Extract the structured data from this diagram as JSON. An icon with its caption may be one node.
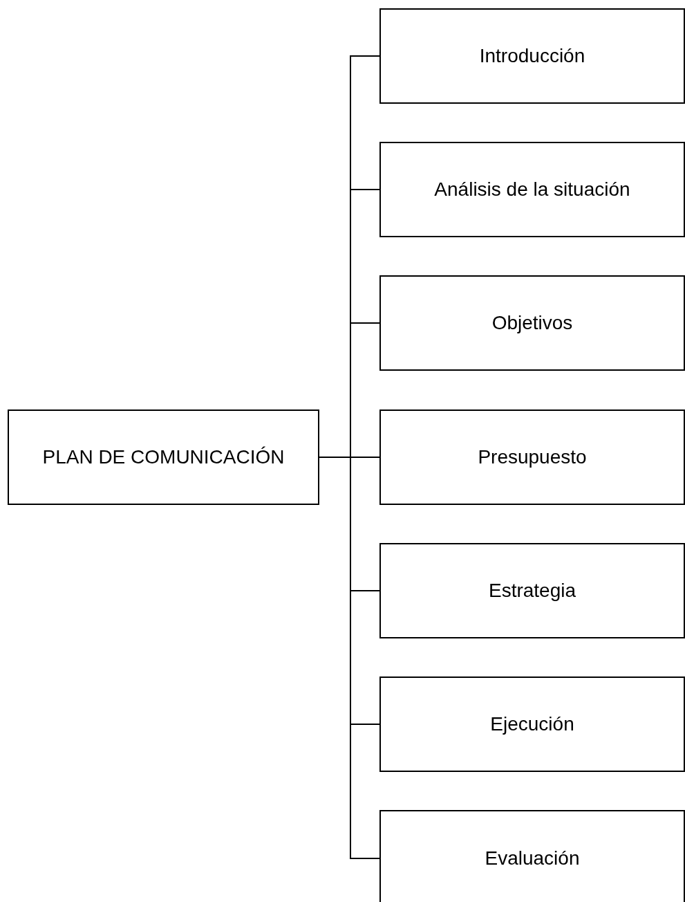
{
  "diagram": {
    "nodes": [
      {
        "text": [
          "PLAN DE COMUNICACIÓN"
        ]
      },
      {
        "text": [
          "Introducción"
        ]
      },
      {
        "text": [
          "Análisis de la situación"
        ]
      },
      {
        "text": [
          "Objetivos"
        ]
      },
      {
        "text": [
          "Presupuesto"
        ]
      },
      {
        "text": [
          "Estrategia"
        ]
      },
      {
        "text": [
          "Ejecución"
        ]
      },
      {
        "text": [
          "Evaluación"
        ]
      }
    ],
    "edges": [
      {
        "from": 0,
        "to": 1,
        "arrow": "none"
      },
      {
        "from": 0,
        "to": 2,
        "arrow": "none"
      },
      {
        "from": 0,
        "to": 3,
        "arrow": "none"
      },
      {
        "from": 0,
        "to": 4,
        "arrow": "none"
      },
      {
        "from": 0,
        "to": 5,
        "arrow": "none"
      },
      {
        "from": 0,
        "to": 6,
        "arrow": "none"
      },
      {
        "from": 0,
        "to": 7,
        "arrow": "none"
      }
    ]
  }
}
